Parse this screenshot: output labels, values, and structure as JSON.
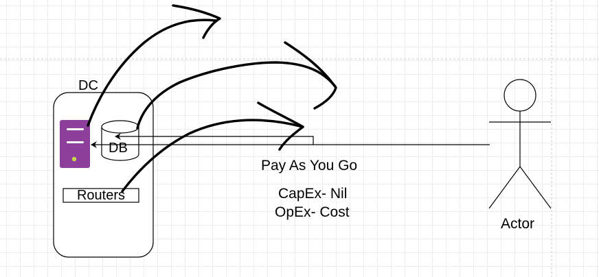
{
  "diagram": {
    "dc_label": "DC",
    "db_label": "DB",
    "routers_label": "Routers",
    "pay_label": "Pay As You Go",
    "capex_label": "CapEx- Nil",
    "opex_label": "OpEx- Cost",
    "actor_label": "Actor"
  },
  "colors": {
    "server": "#8e3f9c",
    "server_led": "#c6d64a",
    "stroke": "#000000",
    "grid": "#ececec"
  },
  "icons": {
    "server": "server-icon",
    "database": "database-cylinder-icon",
    "actor": "stick-figure-icon"
  }
}
